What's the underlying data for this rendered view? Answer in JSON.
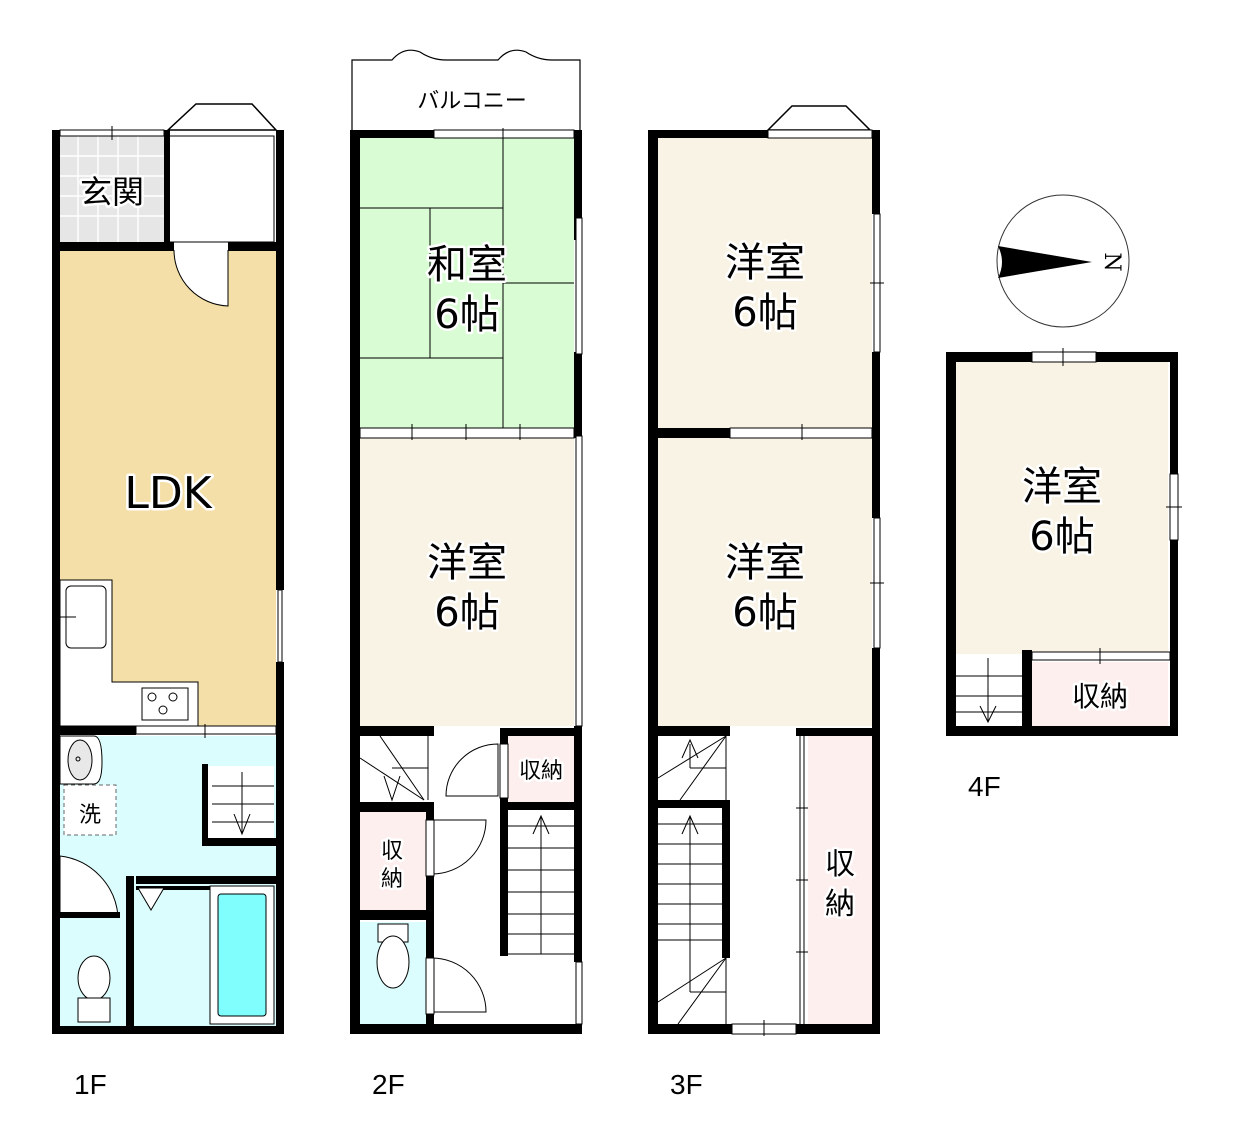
{
  "colors": {
    "wall": "#000000",
    "ldk": "#f5dfa8",
    "tatami": "#d9fcd4",
    "western_room": "#f8f3e4",
    "storage": "#fcefee",
    "wet_area": "#dcfdfd",
    "bathtub": "#80fdfd",
    "entrance_tile": "#e6e6e6"
  },
  "floors": [
    {
      "label": "1F",
      "rooms": [
        {
          "name": "玄関",
          "kind": "entrance"
        },
        {
          "name": "LDK",
          "kind": "ldk"
        },
        {
          "name": "洗",
          "kind": "washer-space"
        }
      ]
    },
    {
      "label": "2F",
      "balcony": "バルコニー",
      "rooms": [
        {
          "name": "和室",
          "size": "6帖",
          "kind": "japanese-room"
        },
        {
          "name": "洋室",
          "size": "6帖",
          "kind": "western-room"
        },
        {
          "name": "収納",
          "kind": "storage"
        },
        {
          "name": "収\n納",
          "name_line1": "収",
          "name_line2": "納",
          "kind": "storage"
        }
      ]
    },
    {
      "label": "3F",
      "rooms": [
        {
          "name": "洋室",
          "size": "6帖",
          "kind": "western-room"
        },
        {
          "name": "洋室",
          "size": "6帖",
          "kind": "western-room"
        },
        {
          "name_line1": "収",
          "name_line2": "納",
          "kind": "storage"
        }
      ]
    },
    {
      "label": "4F",
      "rooms": [
        {
          "name": "洋室",
          "size": "6帖",
          "kind": "western-room"
        },
        {
          "name": "収納",
          "kind": "storage"
        }
      ]
    }
  ],
  "compass": {
    "icon": "north-arrow-icon",
    "label": "N",
    "direction": "east"
  }
}
